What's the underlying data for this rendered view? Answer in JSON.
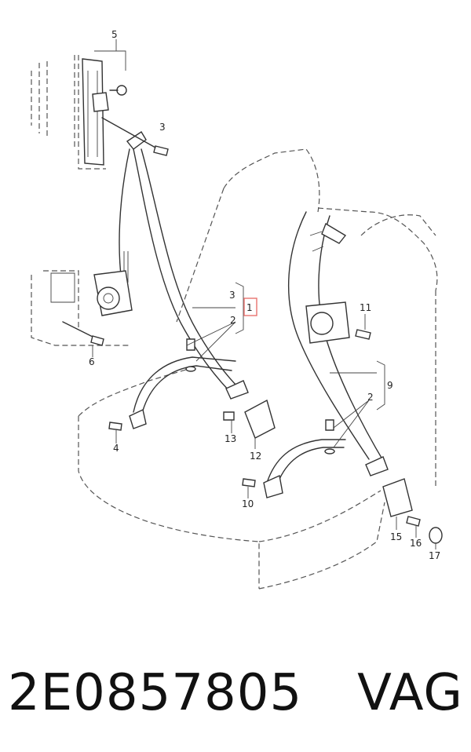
{
  "callouts": {
    "c1": "1",
    "c2a": "2",
    "c2b": "2",
    "c3a": "3",
    "c3b": "3",
    "c4": "4",
    "c5": "5",
    "c6": "6",
    "c9": "9",
    "c10": "10",
    "c11": "11",
    "c12": "12",
    "c13": "13",
    "c15": "15",
    "c16": "16",
    "c17": "17"
  },
  "caption": {
    "part_number": "2E0857805",
    "brand": "VAG"
  },
  "colors": {
    "highlight": "#e8736f"
  }
}
